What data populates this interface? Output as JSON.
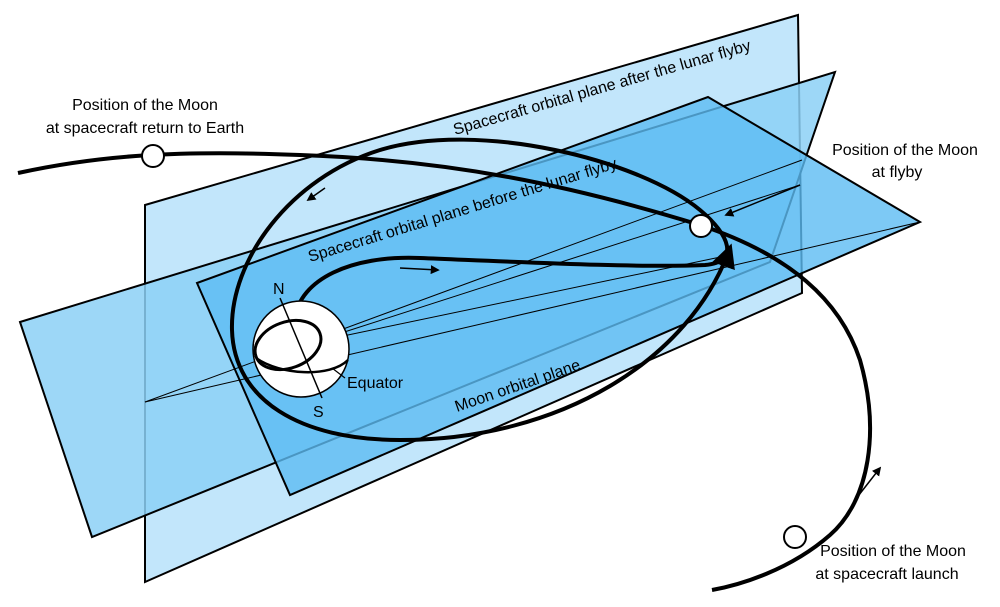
{
  "labels": {
    "moon_return_line1": "Position of the Moon",
    "moon_return_line2": "at spacecraft return to Earth",
    "moon_flyby_line1": "Position of the Moon",
    "moon_flyby_line2": "at flyby",
    "moon_launch_line1": "Position of the Moon",
    "moon_launch_line2": "at spacecraft launch",
    "plane_after": "Spacecraft orbital plane after the lunar flyby",
    "plane_before": "Spacecraft orbital plane before the lunar flyby",
    "plane_moon": "Moon orbital plane",
    "pole_north": "N",
    "pole_south": "S",
    "equator": "Equator"
  },
  "colors": {
    "plane_light": "#c2e6fb",
    "plane_mid": "#8cd0f6",
    "plane_dark": "#5dbcf2",
    "stroke": "#000000",
    "moon_fill": "#ffffff"
  }
}
